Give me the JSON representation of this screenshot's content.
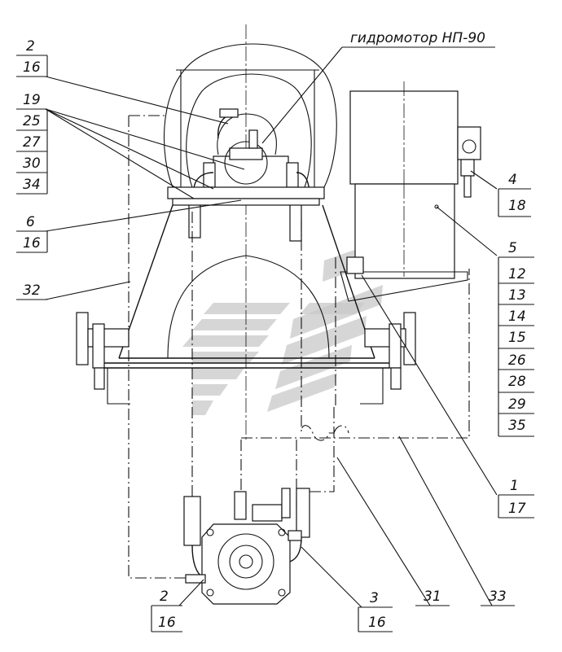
{
  "title": "гидромотор НП-90",
  "label_groups": [
    {
      "id": "g-2-16-top",
      "items": [
        "2",
        "16"
      ]
    },
    {
      "id": "g-19",
      "items": [
        "19",
        "25",
        "27",
        "30",
        "34"
      ]
    },
    {
      "id": "g-6-16",
      "items": [
        "6",
        "16"
      ]
    },
    {
      "id": "g-32",
      "items": [
        "32"
      ]
    },
    {
      "id": "g-4-18",
      "items": [
        "4",
        "18"
      ]
    },
    {
      "id": "g-5",
      "items": [
        "5",
        "12",
        "13",
        "14",
        "15",
        "26",
        "28",
        "29",
        "35"
      ]
    },
    {
      "id": "g-1-17",
      "items": [
        "1",
        "17"
      ]
    },
    {
      "id": "g-2-16-bottom",
      "items": [
        "2",
        "16"
      ]
    },
    {
      "id": "g-3-16",
      "items": [
        "3",
        "16"
      ]
    },
    {
      "id": "g-31",
      "items": [
        "31"
      ]
    },
    {
      "id": "g-33",
      "items": [
        "33"
      ]
    }
  ],
  "colors": {
    "line": "#111111",
    "watermark": "#c8c8c8",
    "background": "#ffffff"
  }
}
